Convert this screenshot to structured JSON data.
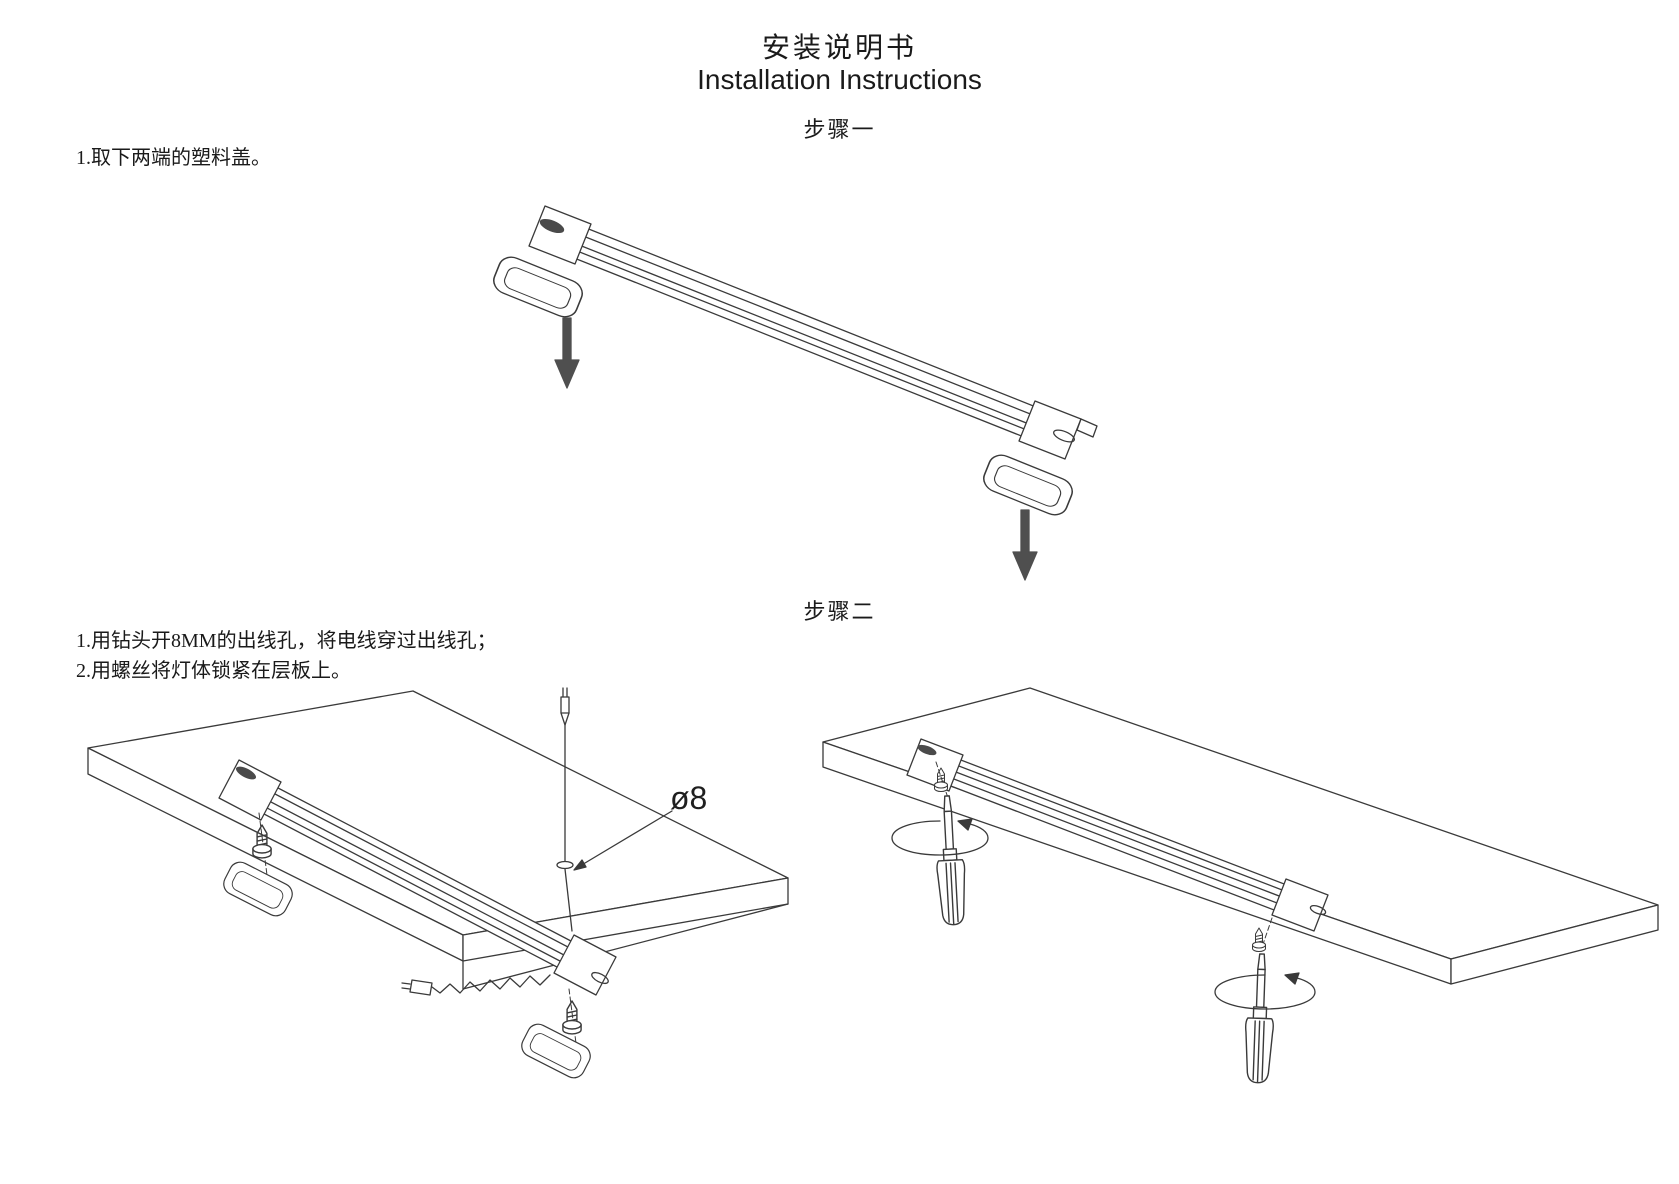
{
  "page": {
    "title_cn": "安装说明书",
    "title_en": "Installation Instructions"
  },
  "step1": {
    "heading": "步骤一",
    "instructions": [
      "1.取下两端的塑料盖。"
    ]
  },
  "step2": {
    "heading": "步骤二",
    "instructions": [
      "1.用钻头开8MM的出线孔，将电线穿过出线孔；",
      "2.用螺丝将灯体锁紧在层板上。"
    ],
    "hole_diameter_label": "ø8"
  }
}
